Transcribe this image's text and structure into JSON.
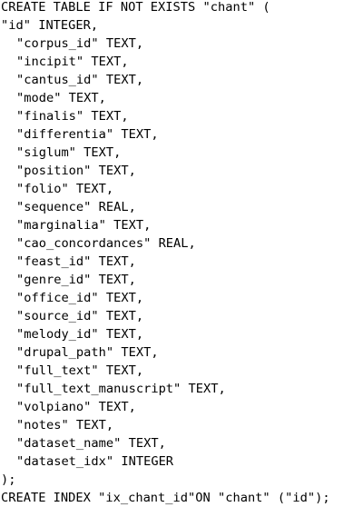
{
  "sql": {
    "create_line": "CREATE TABLE IF NOT EXISTS \"chant\" (",
    "columns": [
      "\"id\" INTEGER,",
      "\"corpus_id\" TEXT,",
      "\"incipit\" TEXT,",
      "\"cantus_id\" TEXT,",
      "\"mode\" TEXT,",
      "\"finalis\" TEXT,",
      "\"differentia\" TEXT,",
      "\"siglum\" TEXT,",
      "\"position\" TEXT,",
      "\"folio\" TEXT,",
      "\"sequence\" REAL,",
      "\"marginalia\" TEXT,",
      "\"cao_concordances\" REAL,",
      "\"feast_id\" TEXT,",
      "\"genre_id\" TEXT,",
      "\"office_id\" TEXT,",
      "\"source_id\" TEXT,",
      "\"melody_id\" TEXT,",
      "\"drupal_path\" TEXT,",
      "\"full_text\" TEXT,",
      "\"full_text_manuscript\" TEXT,",
      "\"volpiano\" TEXT,",
      "\"notes\" TEXT,",
      "\"dataset_name\" TEXT,",
      "\"dataset_idx\" INTEGER"
    ],
    "close_line": ");",
    "index_line": "CREATE INDEX \"ix_chant_id\"ON \"chant\" (\"id\");"
  }
}
